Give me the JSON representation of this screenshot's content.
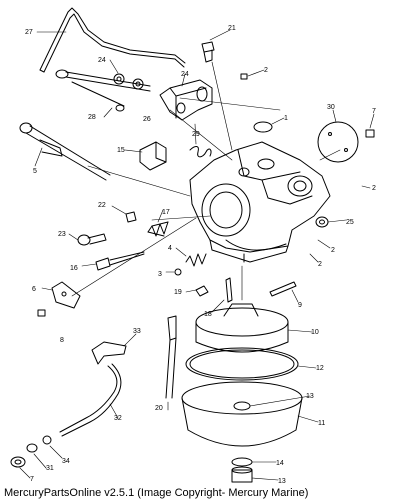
{
  "diagram": {
    "callouts": [
      {
        "id": "c1",
        "text": "1"
      },
      {
        "id": "c2a",
        "text": "2"
      },
      {
        "id": "c2b",
        "text": "2"
      },
      {
        "id": "c2c",
        "text": "2"
      },
      {
        "id": "c2d",
        "text": "2"
      },
      {
        "id": "c3",
        "text": "3"
      },
      {
        "id": "c4",
        "text": "4"
      },
      {
        "id": "c5",
        "text": "5"
      },
      {
        "id": "c6",
        "text": "6"
      },
      {
        "id": "c7a",
        "text": "7"
      },
      {
        "id": "c7b",
        "text": "7"
      },
      {
        "id": "c8",
        "text": "8"
      },
      {
        "id": "c9",
        "text": "9"
      },
      {
        "id": "c10",
        "text": "10"
      },
      {
        "id": "c11",
        "text": "11"
      },
      {
        "id": "c12",
        "text": "12"
      },
      {
        "id": "c13a",
        "text": "13"
      },
      {
        "id": "c13b",
        "text": "13"
      },
      {
        "id": "c14",
        "text": "14"
      },
      {
        "id": "c15",
        "text": "15"
      },
      {
        "id": "c16",
        "text": "16"
      },
      {
        "id": "c17",
        "text": "17"
      },
      {
        "id": "c18",
        "text": "18"
      },
      {
        "id": "c19",
        "text": "19"
      },
      {
        "id": "c20",
        "text": "20"
      },
      {
        "id": "c21",
        "text": "21"
      },
      {
        "id": "c22",
        "text": "22"
      },
      {
        "id": "c23",
        "text": "23"
      },
      {
        "id": "c24a",
        "text": "24"
      },
      {
        "id": "c24b",
        "text": "24"
      },
      {
        "id": "c25",
        "text": "25"
      },
      {
        "id": "c26",
        "text": "26"
      },
      {
        "id": "c27",
        "text": "27"
      },
      {
        "id": "c28",
        "text": "28"
      },
      {
        "id": "c29",
        "text": "29"
      },
      {
        "id": "c30",
        "text": "30"
      },
      {
        "id": "c31",
        "text": "31"
      },
      {
        "id": "c32",
        "text": "32"
      },
      {
        "id": "c33",
        "text": "33"
      },
      {
        "id": "c34",
        "text": "34"
      }
    ]
  },
  "footer": {
    "text": "MercuryPartsOnline v2.5.1 (Image Copyright- Mercury Marine)"
  }
}
